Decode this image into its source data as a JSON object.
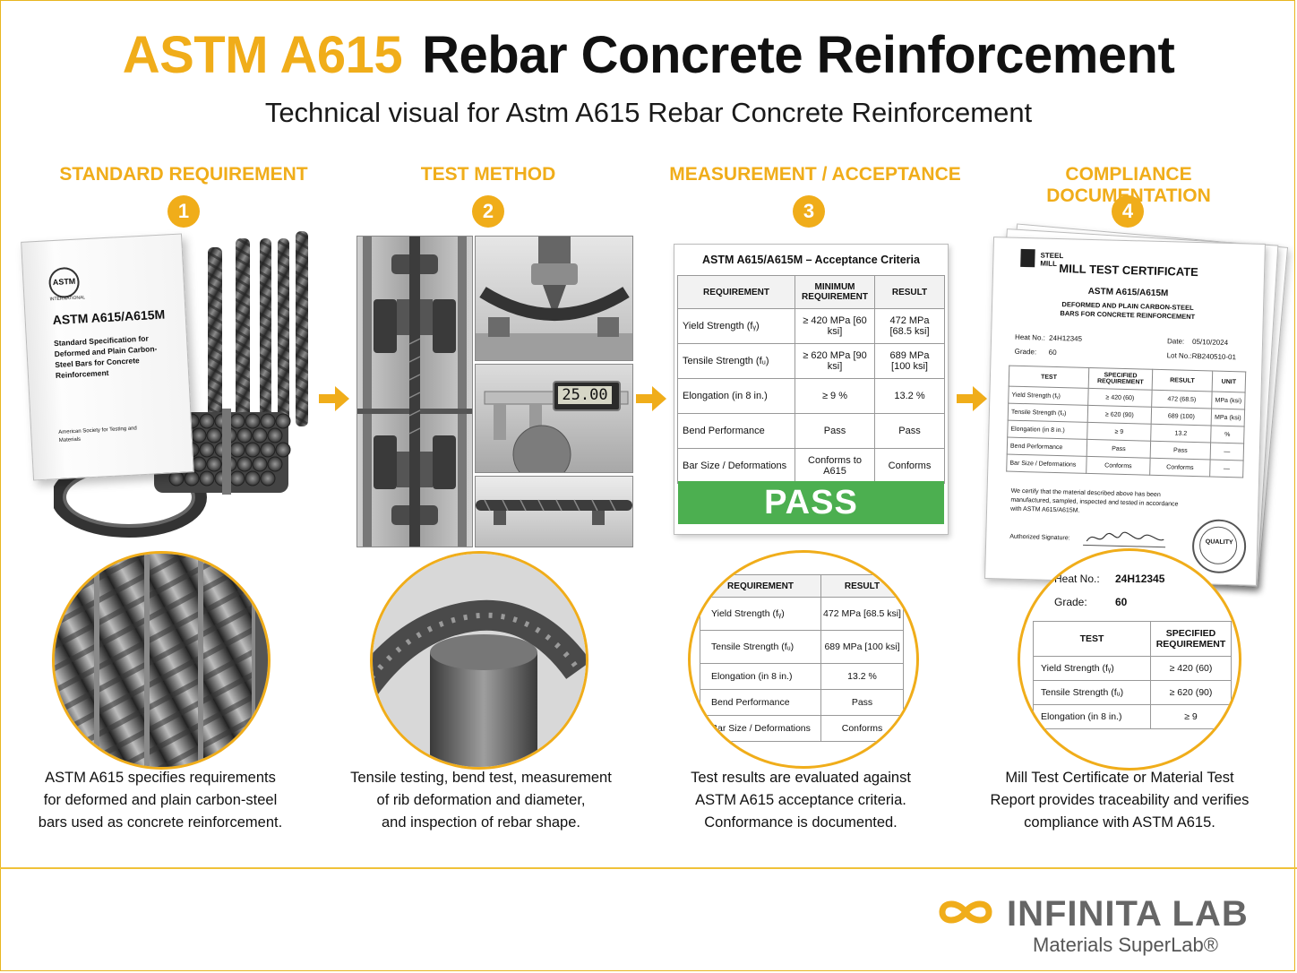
{
  "header": {
    "title_accent": "ASTM A615",
    "title_rest": "Rebar Concrete Reinforcement",
    "subtitle": "Technical visual for Astm A615 Rebar Concrete Reinforcement"
  },
  "steps": [
    {
      "number": "1",
      "heading": "STANDARD REQUIREMENT",
      "caption": [
        "ASTM A615 specifies requirements",
        "for deformed and plain carbon-steel",
        "bars used as concrete reinforcement."
      ]
    },
    {
      "number": "2",
      "heading": "TEST METHOD",
      "caption": [
        "Tensile testing, bend test, measurement",
        "of rib deformation and diameter,",
        "and inspection of rebar shape."
      ]
    },
    {
      "number": "3",
      "heading": "MEASUREMENT / ACCEPTANCE",
      "caption": [
        "Test results are evaluated against",
        "ASTM A615 acceptance criteria.",
        "Conformance is documented."
      ]
    },
    {
      "number": "4",
      "heading": "COMPLIANCE DOCUMENTATION",
      "caption": [
        "Mill Test Certificate or Material Test",
        "Report provides traceability and verifies",
        "compliance with ASTM A615."
      ]
    }
  ],
  "book": {
    "logo": "ASTM",
    "intl": "INTERNATIONAL",
    "title": "ASTM A615/A615M",
    "desc": "Standard Specification for Deformed and Plain Carbon-Steel Bars for Concrete Reinforcement",
    "publisher": "American Society for Testing and Materials"
  },
  "caliper_reading": "25.00",
  "acceptance": {
    "title": "ASTM A615/A615M – Acceptance Criteria",
    "headers": [
      "REQUIREMENT",
      "MINIMUM REQUIREMENT",
      "RESULT"
    ],
    "rows": [
      {
        "req": "Yield Strength (fᵧ)",
        "min": "≥ 420 MPa [60 ksi]",
        "res": "472 MPa [68.5 ksi]"
      },
      {
        "req": "Tensile Strength (fᵤ)",
        "min": "≥ 620 MPa [90 ksi]",
        "res": "689 MPa [100 ksi]"
      },
      {
        "req": "Elongation (in 8 in.)",
        "min": "≥ 9 %",
        "res": "13.2 %"
      },
      {
        "req": "Bend Performance",
        "min": "Pass",
        "res": "Pass"
      },
      {
        "req": "Bar Size / Deformations",
        "min": "Conforms to A615",
        "res": "Conforms"
      }
    ],
    "verdict": "PASS"
  },
  "zoom_results": {
    "headers": [
      "REQUIREMENT",
      "RESULT"
    ],
    "rows": [
      {
        "req": "Yield Strength (fᵧ)",
        "res": "472 MPa [68.5 ksi]"
      },
      {
        "req": "Tensile Strength (fᵤ)",
        "res": "689 MPa [100 ksi]"
      },
      {
        "req": "Elongation (in 8 in.)",
        "res": "13.2 %"
      },
      {
        "req": "Bend Performance",
        "res": "Pass"
      },
      {
        "req": "Bar Size / Deformations",
        "res": "Conforms"
      }
    ]
  },
  "certificate": {
    "logo_text": "STEEL MILL",
    "title": "MILL TEST CERTIFICATE",
    "standard": "ASTM A615/A615M",
    "desc": "DEFORMED AND PLAIN CARBON-STEEL BARS FOR CONCRETE REINFORCEMENT",
    "heat_label": "Heat No.:",
    "heat_value": "24H12345",
    "grade_label": "Grade:",
    "grade_value": "60",
    "date_label": "Date:",
    "date_value": "05/10/2024",
    "lot_label": "Lot No.:",
    "lot_value": "RB240510-01",
    "headers": [
      "TEST",
      "SPECIFIED REQUIREMENT",
      "RESULT",
      "UNIT"
    ],
    "rows": [
      {
        "test": "Yield Strength (fᵧ)",
        "spec": "≥ 420 (60)",
        "res": "472 (68.5)",
        "unit": "MPa (ksi)"
      },
      {
        "test": "Tensile Strength (fᵤ)",
        "spec": "≥ 620 (90)",
        "res": "689 (100)",
        "unit": "MPa (ksi)"
      },
      {
        "test": "Elongation (in 8 in.)",
        "spec": "≥ 9",
        "res": "13.2",
        "unit": "%"
      },
      {
        "test": "Bend Performance",
        "spec": "Pass",
        "res": "Pass",
        "unit": "—"
      },
      {
        "test": "Bar Size / Deformations",
        "spec": "Conforms",
        "res": "Conforms",
        "unit": "—"
      }
    ],
    "certify": "We certify that the material described above has been manufactured, sampled, inspected and tested in accordance with ASTM A615/A615M.",
    "signature_label": "Authorized Signature:",
    "seal": "QUALITY"
  },
  "zoom_cert": {
    "heat_label": "Heat No.:",
    "heat_value": "24H12345",
    "grade_label": "Grade:",
    "grade_value": "60",
    "headers": [
      "TEST",
      "SPECIFIED REQUIREMENT"
    ],
    "rows": [
      {
        "test": "Yield Strength (fᵧ)",
        "spec": "≥ 420 (60)"
      },
      {
        "test": "Tensile Strength (fᵤ)",
        "spec": "≥ 620 (90)"
      },
      {
        "test": "Elongation (in 8 in.)",
        "spec": "≥ 9"
      }
    ]
  },
  "footer": {
    "brand": "INFINITA LAB",
    "tagline": "Materials SuperLab®"
  },
  "colors": {
    "accent": "#f0ad1a",
    "pass": "#4caf50"
  }
}
